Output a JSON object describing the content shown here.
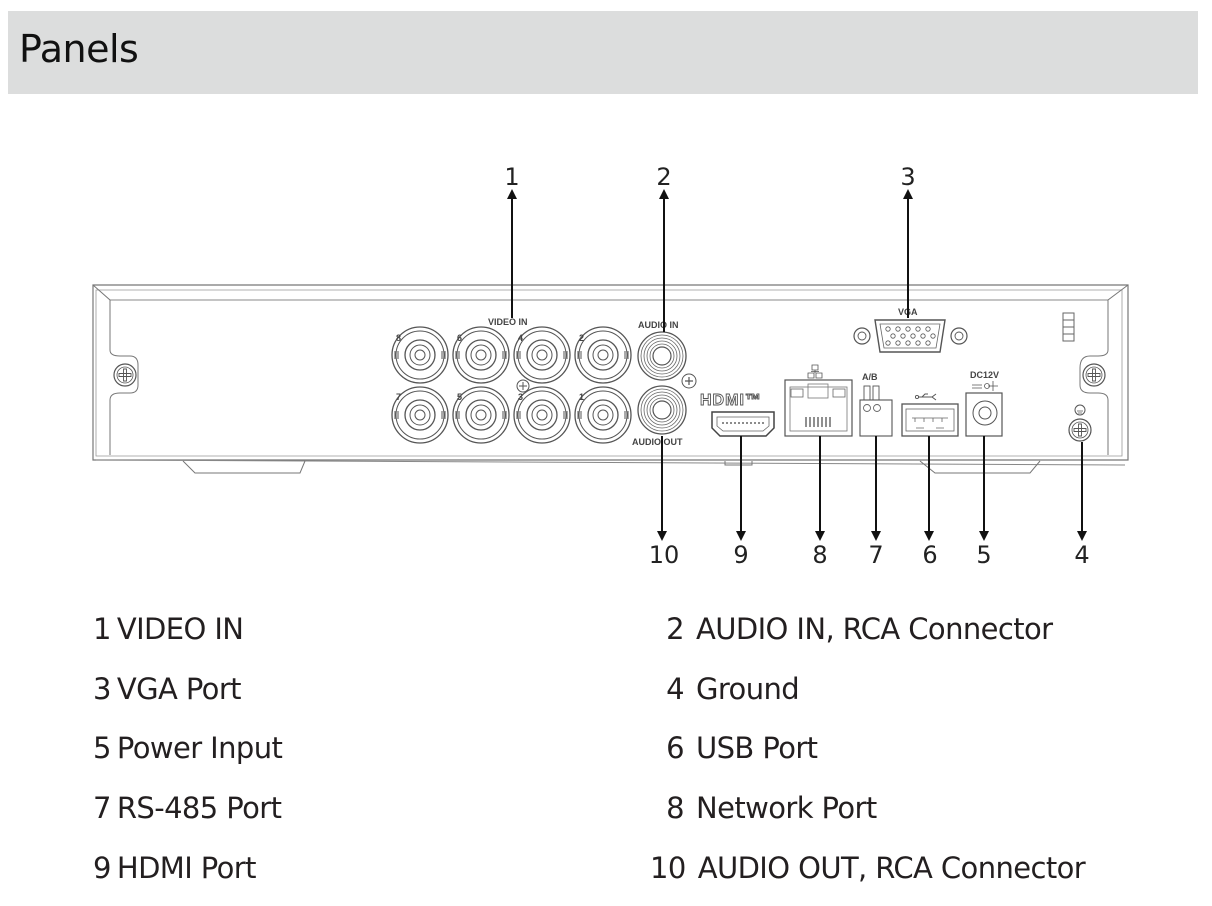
{
  "header": {
    "title": "Panels"
  },
  "panel_labels": {
    "video_in": "VIDEO IN",
    "audio_in": "AUDIO IN",
    "audio_out": "AUDIO OUT",
    "vga": "VGA",
    "hdmi": "HDMI™",
    "rs485": "A/B",
    "power": "DC12V",
    "bnc_numbers": [
      "8",
      "6",
      "4",
      "2",
      "7",
      "5",
      "3",
      "1"
    ]
  },
  "callouts": {
    "top": [
      "1",
      "2",
      "3"
    ],
    "bottom": [
      "10",
      "9",
      "8",
      "7",
      "6",
      "5",
      "4"
    ]
  },
  "legend": [
    {
      "num": "1",
      "label": "VIDEO IN"
    },
    {
      "num": "2",
      "label": "AUDIO IN, RCA Connector"
    },
    {
      "num": "3",
      "label": "VGA Port"
    },
    {
      "num": "4",
      "label": "Ground"
    },
    {
      "num": "5",
      "label": "Power Input"
    },
    {
      "num": "6",
      "label": "USB Port"
    },
    {
      "num": "7",
      "label": "RS-485 Port"
    },
    {
      "num": "8",
      "label": "Network Port"
    },
    {
      "num": "9",
      "label": "HDMI Port"
    },
    {
      "num": "10",
      "label": "AUDIO OUT, RCA Connector"
    }
  ]
}
